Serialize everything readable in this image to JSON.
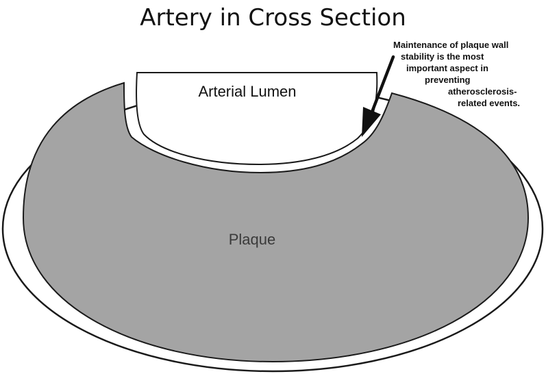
{
  "diagram": {
    "title": "Artery in Cross Section",
    "lumen_label": "Arterial Lumen",
    "plaque_label": "Plaque",
    "annotation_lines": [
      "Maintenance of plaque wall",
      "stability is the most",
      "important aspect in",
      "preventing",
      "atherosclerosis-",
      "related events."
    ]
  },
  "colors": {
    "plaque_fill": "#a4a4a4",
    "outline": "#1a1a1a",
    "background": "#ffffff",
    "arrow": "#111111"
  }
}
